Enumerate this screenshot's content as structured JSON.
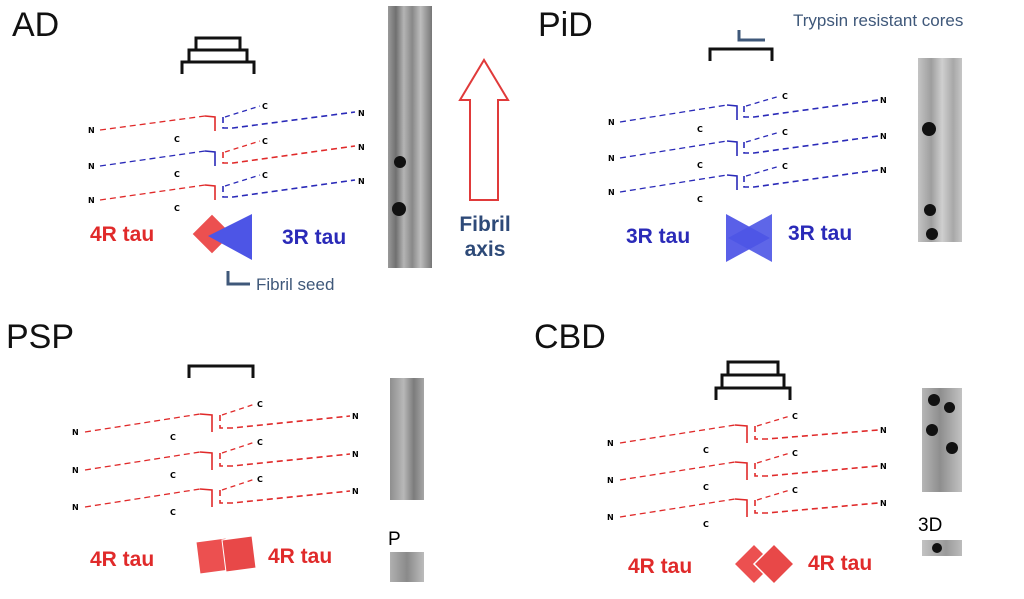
{
  "panels": {
    "ad": {
      "title": "AD",
      "left_label": "4R tau",
      "right_label": "3R tau",
      "note": "Fibril seed"
    },
    "pid": {
      "title": "PiD",
      "left_label": "3R tau",
      "right_label": "3R tau",
      "note": "Trypsin resistant cores"
    },
    "psp": {
      "title": "PSP",
      "left_label": "4R tau",
      "right_label": "4R tau",
      "clip_text": "P"
    },
    "cbd": {
      "title": "CBD",
      "left_label": "4R tau",
      "right_label": "4R tau",
      "clip_text": "3D"
    }
  },
  "axis": {
    "line1": "Fibril",
    "line2": "axis"
  },
  "terminals": {
    "n": "N",
    "c": "C"
  },
  "colors": {
    "red": "#e02a2a",
    "blue": "#2a2ab8",
    "axis_text": "#2e4a78",
    "axis_arrow": "#e03a3a",
    "note": "#3f587a"
  }
}
